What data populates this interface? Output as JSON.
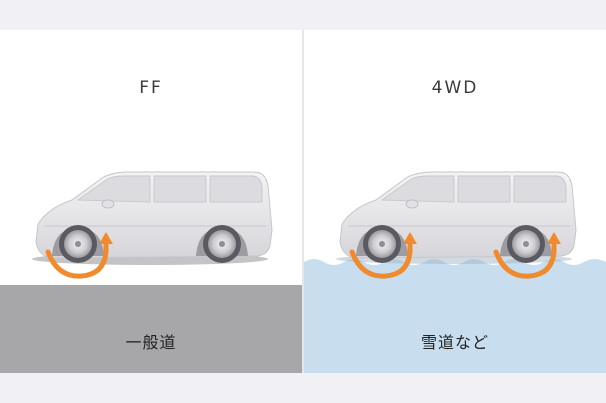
{
  "panels": [
    {
      "title": "FF",
      "label": "一般道",
      "surface": "dry-road",
      "driven_wheels": "front",
      "ground_color": "#a7a7a9"
    },
    {
      "title": "4WD",
      "label": "雪道など",
      "surface": "snow",
      "driven_wheels": "all",
      "ground_color": "#c8deee"
    }
  ],
  "colors": {
    "arrow": "#f08a2c",
    "car_body": "#e7e7ea"
  }
}
